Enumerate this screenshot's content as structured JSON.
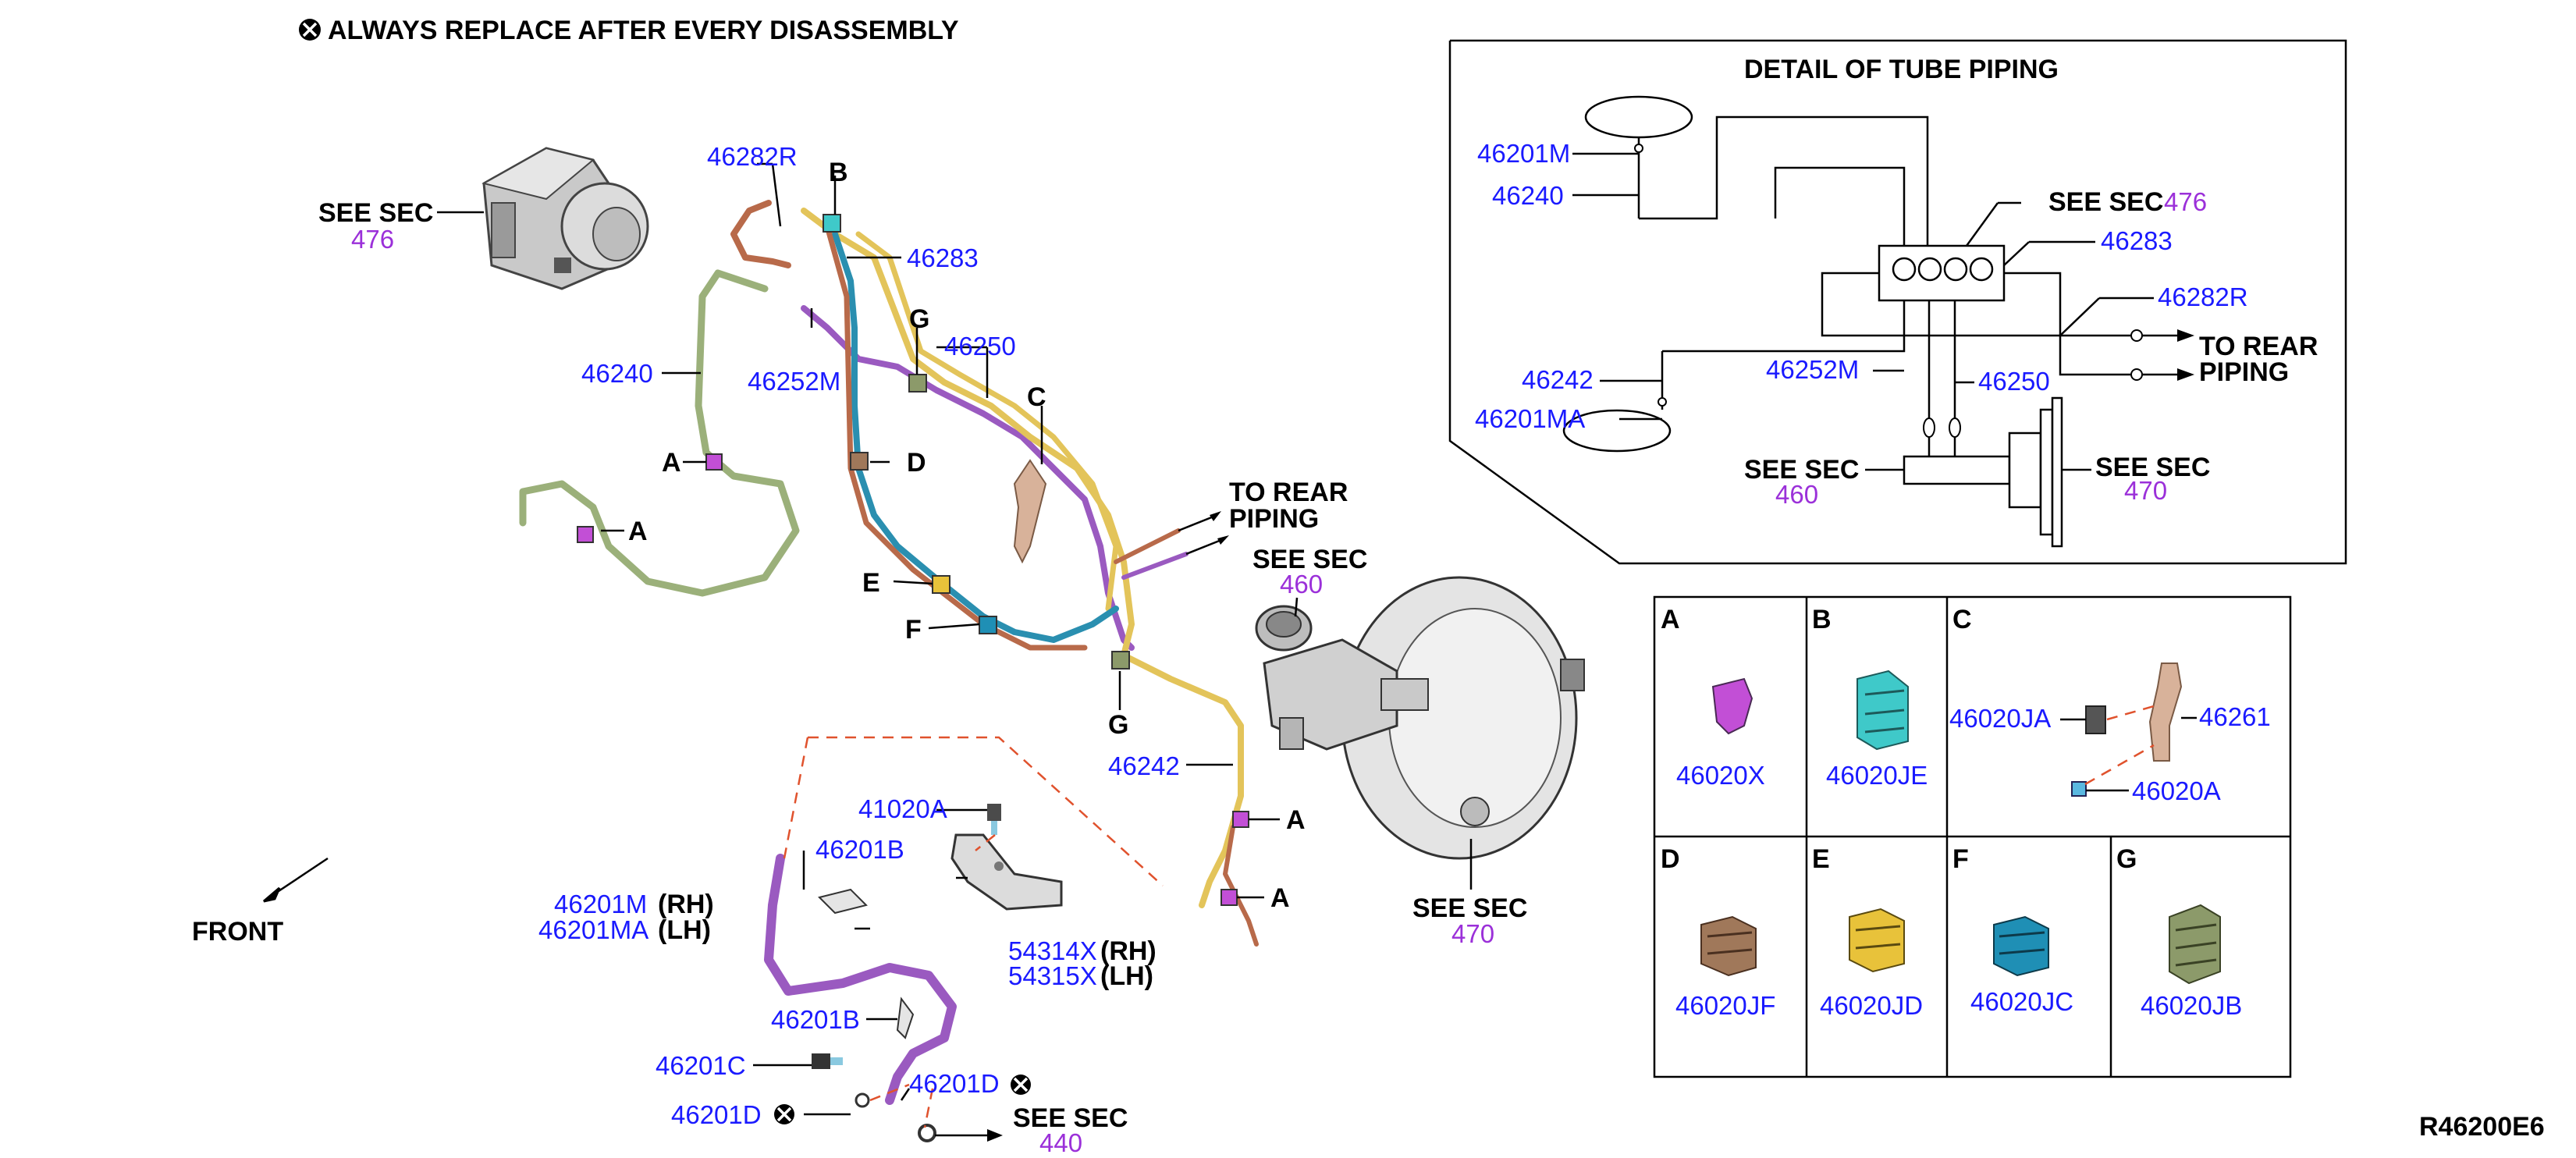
{
  "header": {
    "replace_note": "ALWAYS REPLACE AFTER EVERY DISASSEMBLY"
  },
  "drawing_code": "R46200E6",
  "front_label": "FRONT",
  "see_sec_label": "SEE SEC",
  "to_rear_piping": [
    "TO REAR",
    "PIPING"
  ],
  "section_numbers": {
    "abs_actuator": "476",
    "master_cylinder": "460",
    "brake_booster": "470",
    "front_brake": "440"
  },
  "main_parts": {
    "p46282R": "46282R",
    "p46283": "46283",
    "p46250": "46250",
    "p46240": "46240",
    "p46252M": "46252M",
    "p46242": "46242",
    "p41020A": "41020A",
    "p46201B": "46201B",
    "p46201M": "46201M",
    "p46201MA": "46201MA",
    "rh": "(RH)",
    "lh": "(LH)",
    "p54314X": "54314X",
    "p54315X": "54315X",
    "p46201C": "46201C",
    "p46201D": "46201D"
  },
  "clip_letters": {
    "A": "A",
    "B": "B",
    "C": "C",
    "D": "D",
    "E": "E",
    "F": "F",
    "G": "G"
  },
  "detail": {
    "title": "DETAIL OF TUBE PIPING",
    "parts": {
      "p46201M": "46201M",
      "p46240": "46240",
      "p46283": "46283",
      "p46282R": "46282R",
      "p46242": "46242",
      "p46201MA": "46201MA",
      "p46252M": "46252M",
      "p46250": "46250"
    }
  },
  "clip_table": {
    "cells": [
      {
        "letter": "A",
        "parts": [
          "46020X"
        ],
        "color": "#c24fd6"
      },
      {
        "letter": "B",
        "parts": [
          "46020JE"
        ],
        "color": "#3fc9c9"
      },
      {
        "letter": "C",
        "parts": [
          "46020JA",
          "46261",
          "46020A"
        ],
        "color": "#c9a08a"
      },
      {
        "letter": "D",
        "parts": [
          "46020JF"
        ],
        "color": "#a0785a"
      },
      {
        "letter": "E",
        "parts": [
          "46020JD"
        ],
        "color": "#e8c23a"
      },
      {
        "letter": "F",
        "parts": [
          "46020JC"
        ],
        "color": "#1f8fb5"
      },
      {
        "letter": "G",
        "parts": [
          "46020JB"
        ],
        "color": "#8c9a6a"
      }
    ]
  },
  "colors": {
    "part_number": "#1a1aff",
    "section_ref": "#9b30d9",
    "pipe_green": "#9bb07a",
    "pipe_yellow": "#e3c45a",
    "pipe_purple": "#9a5ac0",
    "pipe_blue": "#2a8fb0",
    "pipe_brown": "#b86a4a",
    "leader_dash": "#e0522d"
  }
}
